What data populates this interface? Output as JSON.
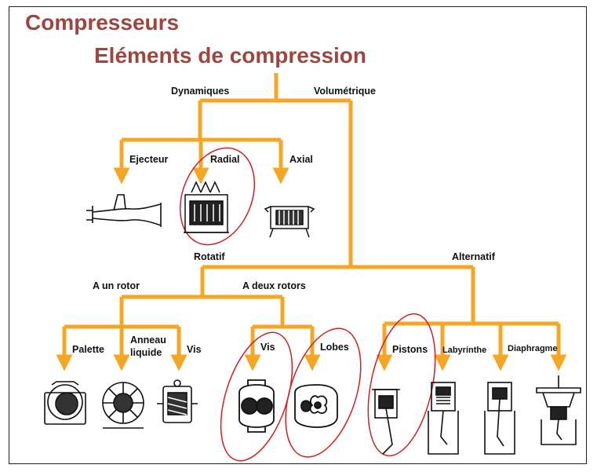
{
  "heading": "Compresseurs",
  "subheading": "Eléments de compression",
  "colors": {
    "arrow": "#f5a623",
    "highlight": "#cc2222",
    "title": "#a0443e"
  },
  "labels": {
    "dynamiques": "Dynamiques",
    "volumetrique": "Volumétrique",
    "ejecteur": "Ejecteur",
    "radial": "Radial",
    "axial": "Axial",
    "rotatif": "Rotatif",
    "alternatif": "Alternatif",
    "un_rotor": "A un rotor",
    "deux_rotors": "A deux rotors",
    "palette": "Palette",
    "anneau_1": "Anneau",
    "anneau_2": "liquide",
    "vis_un": "Vis",
    "vis_deux": "Vis",
    "lobes": "Lobes",
    "pistons": "Pistons",
    "labyrinthe": "Labyrinthe",
    "diaphragme": "Diaphragme"
  },
  "highlighted": [
    "Radial",
    "Vis",
    "Lobes",
    "Pistons"
  ],
  "icons": [
    "ejecteur-icon",
    "radial-compressor-icon",
    "axial-compressor-icon",
    "palette-icon",
    "anneau-liquide-icon",
    "vis-single-icon",
    "vis-double-icon",
    "lobes-icon",
    "piston-icon",
    "labyrinthe-icon",
    "diaphragme-icon"
  ]
}
